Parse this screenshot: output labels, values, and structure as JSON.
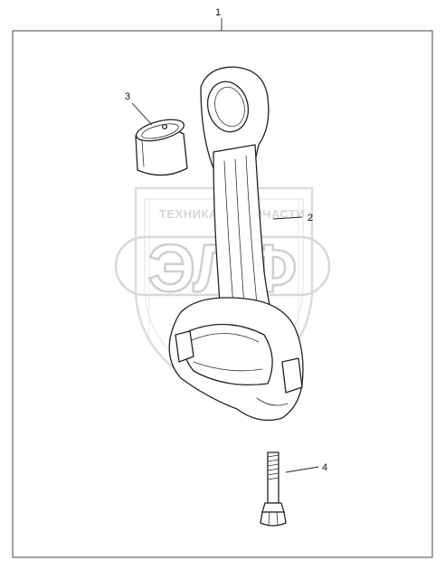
{
  "diagram": {
    "callouts": {
      "assembly": "1",
      "rod": "2",
      "bushing": "3",
      "bolt": "4"
    },
    "watermark": {
      "left_word": "ТЕХНИКА",
      "right_word": "ЗАПЧАСТИ",
      "logo_text": "ЭЛФ"
    }
  }
}
